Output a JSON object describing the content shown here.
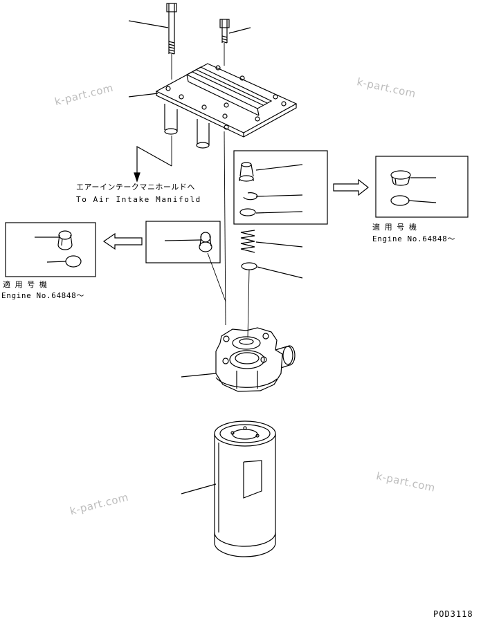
{
  "labels": {
    "intake_jp": "エアーインテークマニホールドへ",
    "intake_en": "To Air Intake Manifold",
    "left_applicable_jp": "適 用 号 機",
    "left_engine_no": "Engine No.64848～",
    "right_applicable_jp": "適 用 号 機",
    "right_engine_no": "Engine No.64848～",
    "drawing_number": "POD3118"
  },
  "watermarks": [
    "k-part.com",
    "k-part.com",
    "k-part.com",
    "k-part.com"
  ],
  "colors": {
    "line": "#000000",
    "watermark": "#bdbdbd",
    "background": "#ffffff"
  }
}
